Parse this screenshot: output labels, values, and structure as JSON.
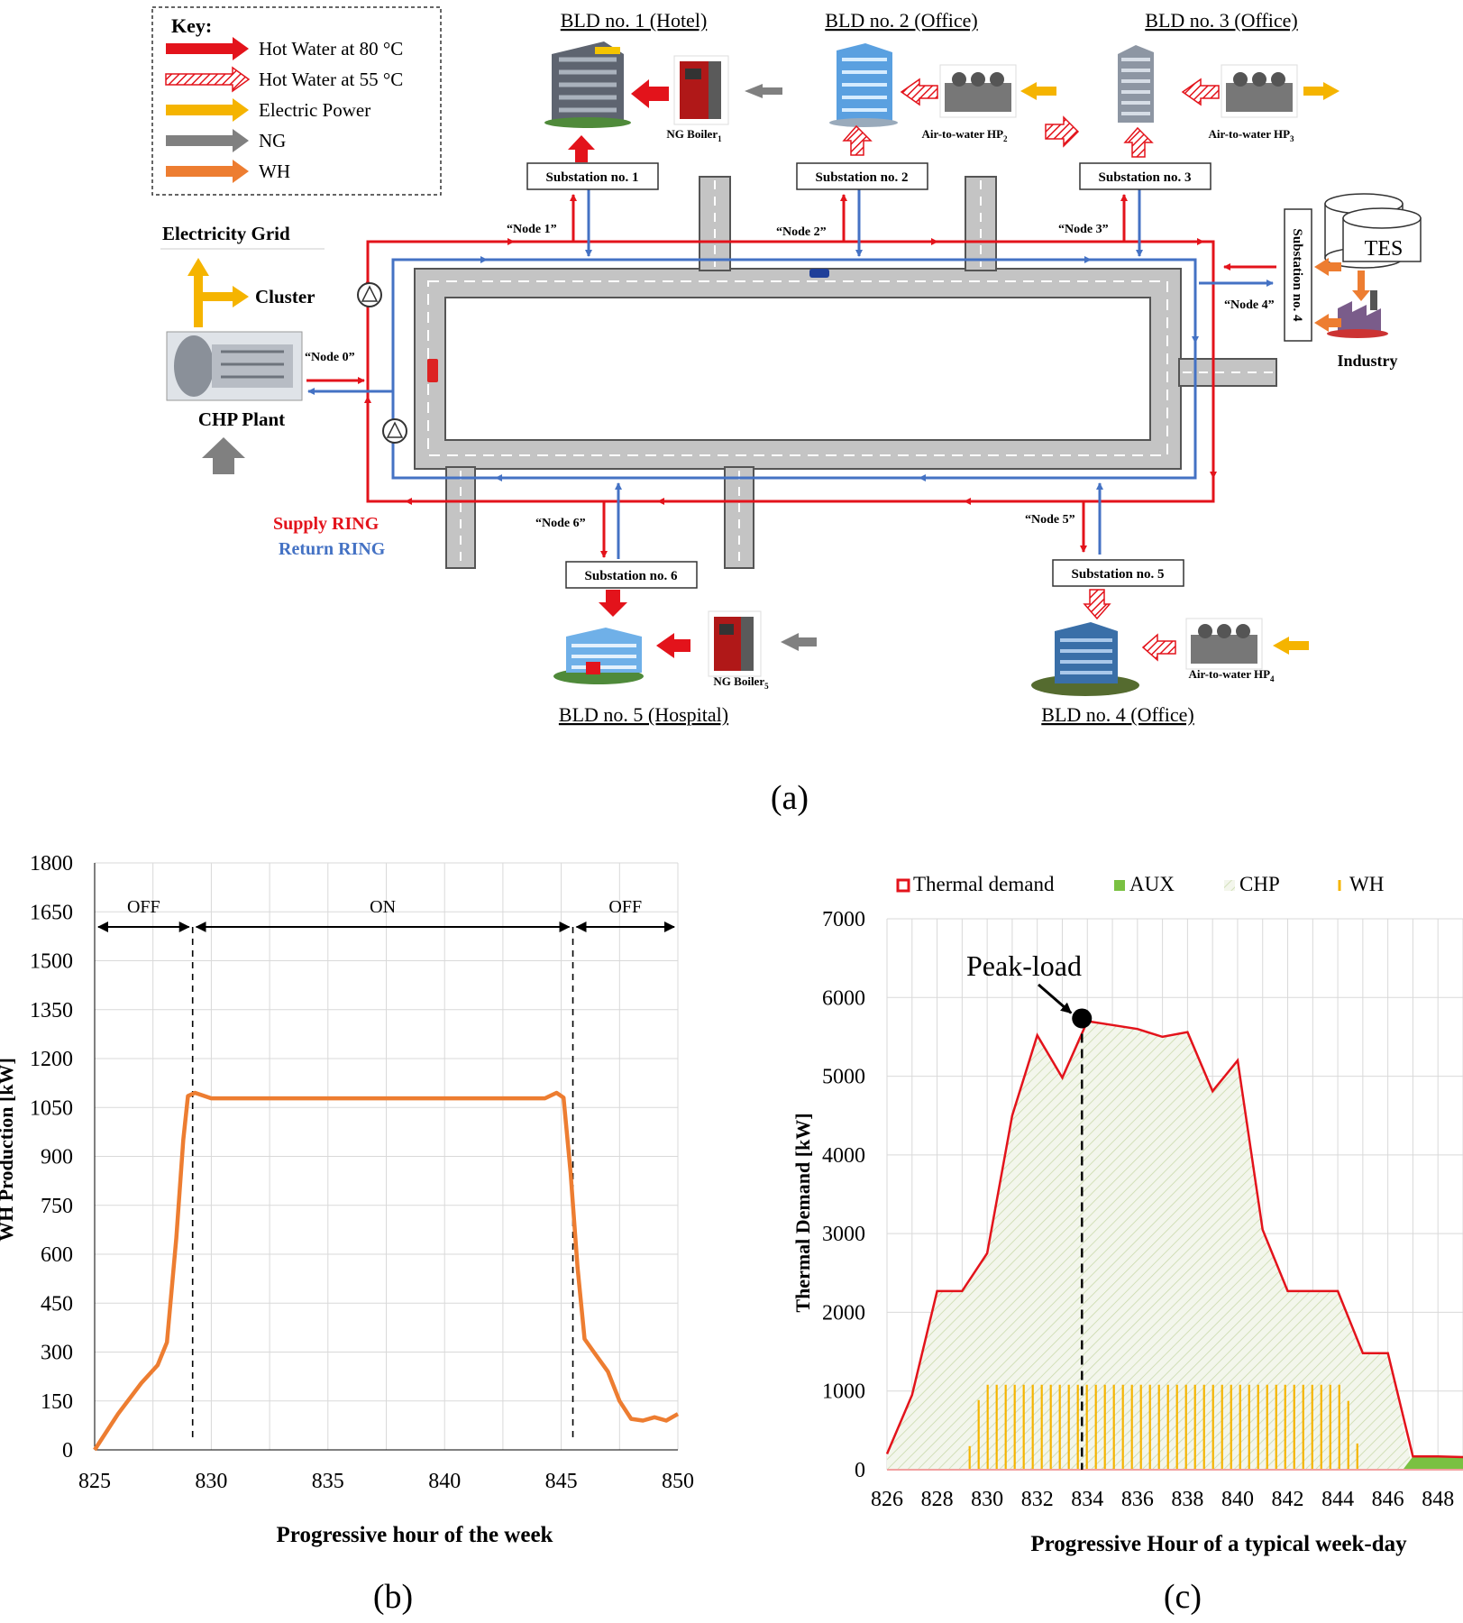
{
  "colors": {
    "supply": "#e3131b",
    "return": "#4472c4",
    "electric": "#f5b400",
    "ng": "#808080",
    "wh": "#ed7d31",
    "road": "#c4c4c4",
    "aux": "#7ac142",
    "chp_hatch": "#c8d8a8"
  },
  "key": {
    "title": "Key:",
    "items": [
      {
        "label": "Hot Water at 80 °C",
        "color": "#e3131b",
        "style": "solid"
      },
      {
        "label": "Hot Water at 55 °C",
        "color": "#e3131b",
        "style": "hatched"
      },
      {
        "label": "Electric Power",
        "color": "#f5b400",
        "style": "solid"
      },
      {
        "label": "NG",
        "color": "#808080",
        "style": "solid"
      },
      {
        "label": "WH",
        "color": "#ed7d31",
        "style": "solid"
      }
    ]
  },
  "diagram": {
    "buildings": {
      "bld1": "BLD no. 1 (Hotel)",
      "bld2": "BLD no. 2 (Office)",
      "bld3": "BLD no. 3 (Office)",
      "bld4": "BLD no. 4 (Office)",
      "bld5": "BLD no. 5 (Hospital)"
    },
    "substations": {
      "s1": "Substation no. 1",
      "s2": "Substation no. 2",
      "s3": "Substation no. 3",
      "s4": "Substation no. 4",
      "s5": "Substation no. 5",
      "s6": "Substation no. 6"
    },
    "nodes": {
      "n0": "“Node 0”",
      "n1": "“Node 1”",
      "n2": "“Node 2”",
      "n3": "“Node 3”",
      "n4": "“Node 4”",
      "n5": "“Node 5”",
      "n6": "“Node 6”"
    },
    "equipment": {
      "boiler1": {
        "text": "NG Boiler",
        "sub": "1"
      },
      "hp2": {
        "text": "Air-to-water HP",
        "sub": "2"
      },
      "hp3": {
        "text": "Air-to-water HP",
        "sub": "3"
      },
      "hp4": {
        "text": "Air-to-water HP",
        "sub": "4"
      },
      "boiler5": {
        "text": "NG Boiler",
        "sub": "5"
      }
    },
    "electricity_grid": "Electricity Grid",
    "cluster": "Cluster",
    "chp_plant": "CHP Plant",
    "tes": "TES",
    "industry": "Industry",
    "supply_ring": "Supply RING",
    "return_ring": "Return RING",
    "panel_label": "(a)"
  },
  "chart_b": {
    "panel_label": "(b)",
    "chart_data": {
      "type": "line",
      "xlabel": "Progressive hour of the week",
      "ylabel": "WH Production [kW]",
      "xlim": [
        825,
        850
      ],
      "ylim": [
        0,
        1800
      ],
      "xticks": [
        825,
        830,
        835,
        840,
        845,
        850
      ],
      "yticks": [
        0,
        150,
        300,
        450,
        600,
        750,
        900,
        1050,
        1200,
        1350,
        1500,
        1650,
        1800
      ],
      "grid": true,
      "series": [
        {
          "values": [
            [
              825,
              0
            ],
            [
              826,
              110
            ],
            [
              827,
              205
            ],
            [
              827.7,
              260
            ],
            [
              828.1,
              330
            ],
            [
              828.5,
              650
            ],
            [
              828.8,
              950
            ],
            [
              829.0,
              1085
            ],
            [
              829.3,
              1095
            ],
            [
              830,
              1078
            ],
            [
              835,
              1078
            ],
            [
              840,
              1078
            ],
            [
              844.3,
              1078
            ],
            [
              844.8,
              1095
            ],
            [
              845.1,
              1080
            ],
            [
              845.4,
              850
            ],
            [
              845.7,
              560
            ],
            [
              846.0,
              340
            ],
            [
              846.4,
              300
            ],
            [
              847,
              240
            ],
            [
              847.5,
              150
            ],
            [
              848,
              95
            ],
            [
              848.5,
              90
            ],
            [
              849,
              100
            ],
            [
              849.5,
              90
            ],
            [
              850,
              110
            ]
          ]
        }
      ],
      "annotations": [
        {
          "text": "OFF",
          "from": 825,
          "to": 829.2
        },
        {
          "text": "ON",
          "from": 829.2,
          "to": 845.5
        },
        {
          "text": "OFF",
          "from": 845.5,
          "to": 850
        }
      ],
      "vlines": [
        829.2,
        845.5
      ]
    }
  },
  "chart_c": {
    "panel_label": "(c)",
    "chart_data": {
      "type": "area",
      "xlabel": "Progressive Hour of a typical week-day",
      "ylabel": "Thermal Demand [kW]",
      "xlim": [
        826,
        849
      ],
      "ylim": [
        0,
        7000
      ],
      "xticks": [
        826,
        828,
        830,
        832,
        834,
        836,
        838,
        840,
        842,
        844,
        846,
        848
      ],
      "yticks": [
        0,
        1000,
        2000,
        3000,
        4000,
        5000,
        6000,
        7000
      ],
      "grid": true,
      "legend": [
        "Thermal demand",
        "AUX",
        "CHP",
        "WH"
      ],
      "legend_position": "top",
      "series": [
        {
          "name": "Thermal demand",
          "values": [
            [
              826,
              200
            ],
            [
              827,
              950
            ],
            [
              828,
              2270
            ],
            [
              829,
              2270
            ],
            [
              830,
              2750
            ],
            [
              831,
              4500
            ],
            [
              832,
              5520
            ],
            [
              833,
              4980
            ],
            [
              834,
              5700
            ],
            [
              835,
              5650
            ],
            [
              836,
              5600
            ],
            [
              837,
              5500
            ],
            [
              838,
              5560
            ],
            [
              839,
              4810
            ],
            [
              840,
              5200
            ],
            [
              841,
              3050
            ],
            [
              842,
              2270
            ],
            [
              843,
              2270
            ],
            [
              844,
              2270
            ],
            [
              845,
              1480
            ],
            [
              846,
              1480
            ],
            [
              847,
              170
            ],
            [
              848,
              170
            ],
            [
              849,
              160
            ]
          ]
        },
        {
          "name": "AUX",
          "values": [
            [
              847,
              170
            ],
            [
              848,
              170
            ],
            [
              849,
              160
            ]
          ]
        },
        {
          "name": "CHP",
          "values": [
            [
              826,
              200
            ],
            [
              827,
              950
            ],
            [
              828,
              2270
            ],
            [
              829,
              2270
            ],
            [
              830,
              2750
            ],
            [
              831,
              4500
            ],
            [
              832,
              5520
            ],
            [
              833,
              4980
            ],
            [
              834,
              5700
            ],
            [
              835,
              5650
            ],
            [
              836,
              5600
            ],
            [
              837,
              5500
            ],
            [
              838,
              5560
            ],
            [
              839,
              4810
            ],
            [
              840,
              5200
            ],
            [
              841,
              3050
            ],
            [
              842,
              2270
            ],
            [
              843,
              2270
            ],
            [
              844,
              2270
            ],
            [
              845,
              1480
            ],
            [
              846,
              1480
            ],
            [
              847,
              0
            ]
          ]
        },
        {
          "name": "WH",
          "values": [
            [
              829.3,
              300
            ],
            [
              829.6,
              850
            ],
            [
              830,
              1080
            ],
            [
              844.2,
              1080
            ],
            [
              844.5,
              800
            ],
            [
              844.8,
              300
            ]
          ]
        }
      ],
      "annotation": {
        "text": "Peak-load",
        "x": 834,
        "y": 5700
      }
    }
  }
}
